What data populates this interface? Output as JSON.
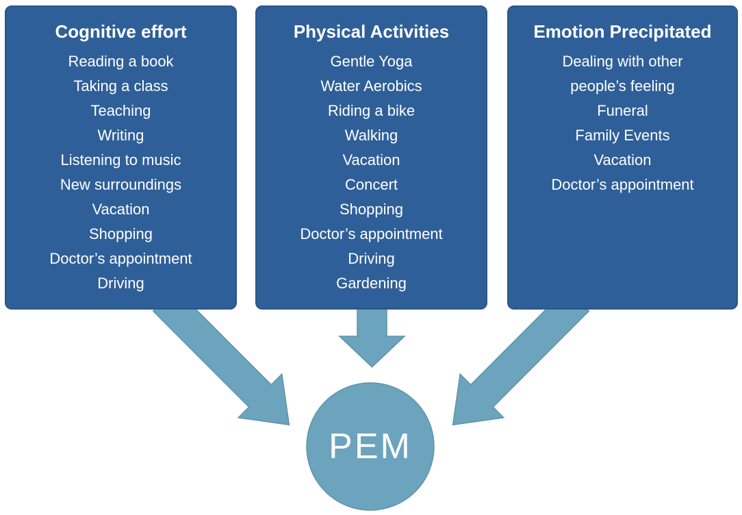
{
  "diagram": {
    "columns": [
      {
        "title": "Cognitive effort",
        "items": [
          "Reading a book",
          "Taking a class",
          "Teaching",
          "Writing",
          "Listening to music",
          "New surroundings",
          "Vacation",
          "Shopping",
          "Doctor’s appointment",
          "Driving"
        ]
      },
      {
        "title": "Physical Activities",
        "items": [
          "Gentle Yoga",
          "Water Aerobics",
          "Riding a bike",
          "Walking",
          "Vacation",
          "Concert",
          "Shopping",
          "Doctor’s appointment",
          "Driving",
          "Gardening"
        ]
      },
      {
        "title": "Emotion Precipitated",
        "items": [
          "Dealing with other people’s feeling",
          "Funeral",
          "Family Events",
          "Vacation",
          "Doctor’s appointment"
        ]
      }
    ],
    "center": {
      "label": "PEM"
    },
    "colors": {
      "box_fill": "#2F5F98",
      "box_border": "#2A5588",
      "arrow": "#6CA3BD",
      "arrow_outline": "#5C94AE",
      "text": "#FFFFFF"
    }
  }
}
